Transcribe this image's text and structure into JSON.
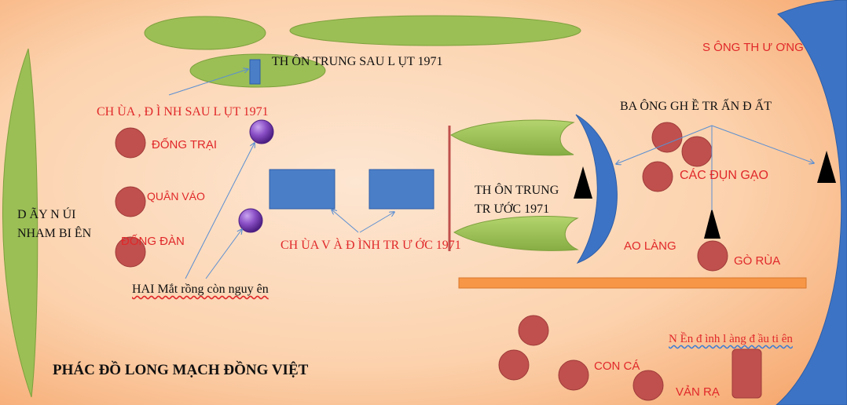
{
  "diagram": {
    "title": "PHÁC ĐỒ LONG MẠCH ĐỒNG VIỆT",
    "colors": {
      "background_light": "#fde3cc",
      "background_dark": "#f7a970",
      "hill_green": "#9bbf55",
      "river_blue": "#3d73c4",
      "building_blue": "#4a7ec7",
      "point_red": "#c0504d",
      "pearl_purple": "#7b3fb5",
      "road_orange": "#f79646",
      "arrow_line": "#5b8fd1"
    },
    "labels": {
      "thon_trung_sau": "TH ÔN TRUNG SAU L ỤT 1971",
      "chua_dinh_sau": "CH ÙA , Đ Ì NH SAU L ỤT 1971",
      "dong_trai": "ĐỐNG TRẠI",
      "quan_vao": "QUÂN VÁO",
      "dong_dan": "ĐỐNG ĐÀN",
      "day_nui": "D ÃY N ÚI",
      "nham_bien": "NHAM BI ÊN",
      "hai_mat_rong": "HAI Mắt rồng còn nguy ên",
      "chua_dinh_truoc": "CH ÙA V À Đ ÌNH TR Ư ỚC 1971",
      "thon_trung_truoc_1": "TH ÔN TRUNG",
      "thon_trung_truoc_2": "TR ƯỚC 1971",
      "ba_ong_ghe": "BA ÔNG GH Ề TR ẤN Đ ẤT",
      "song_thuong": "S ÔNG TH Ư ƠNG",
      "cac_dun_gao": "CÁC ĐỤN GẠO",
      "ao_lang": "AO LÀNG",
      "go_rua": "GÒ RÙA",
      "nen_dinh": "N Ền đ ình l àng đ ầu ti ên",
      "con_ca": "CON CÁ",
      "van_ra": "VẢN RẠ"
    }
  }
}
